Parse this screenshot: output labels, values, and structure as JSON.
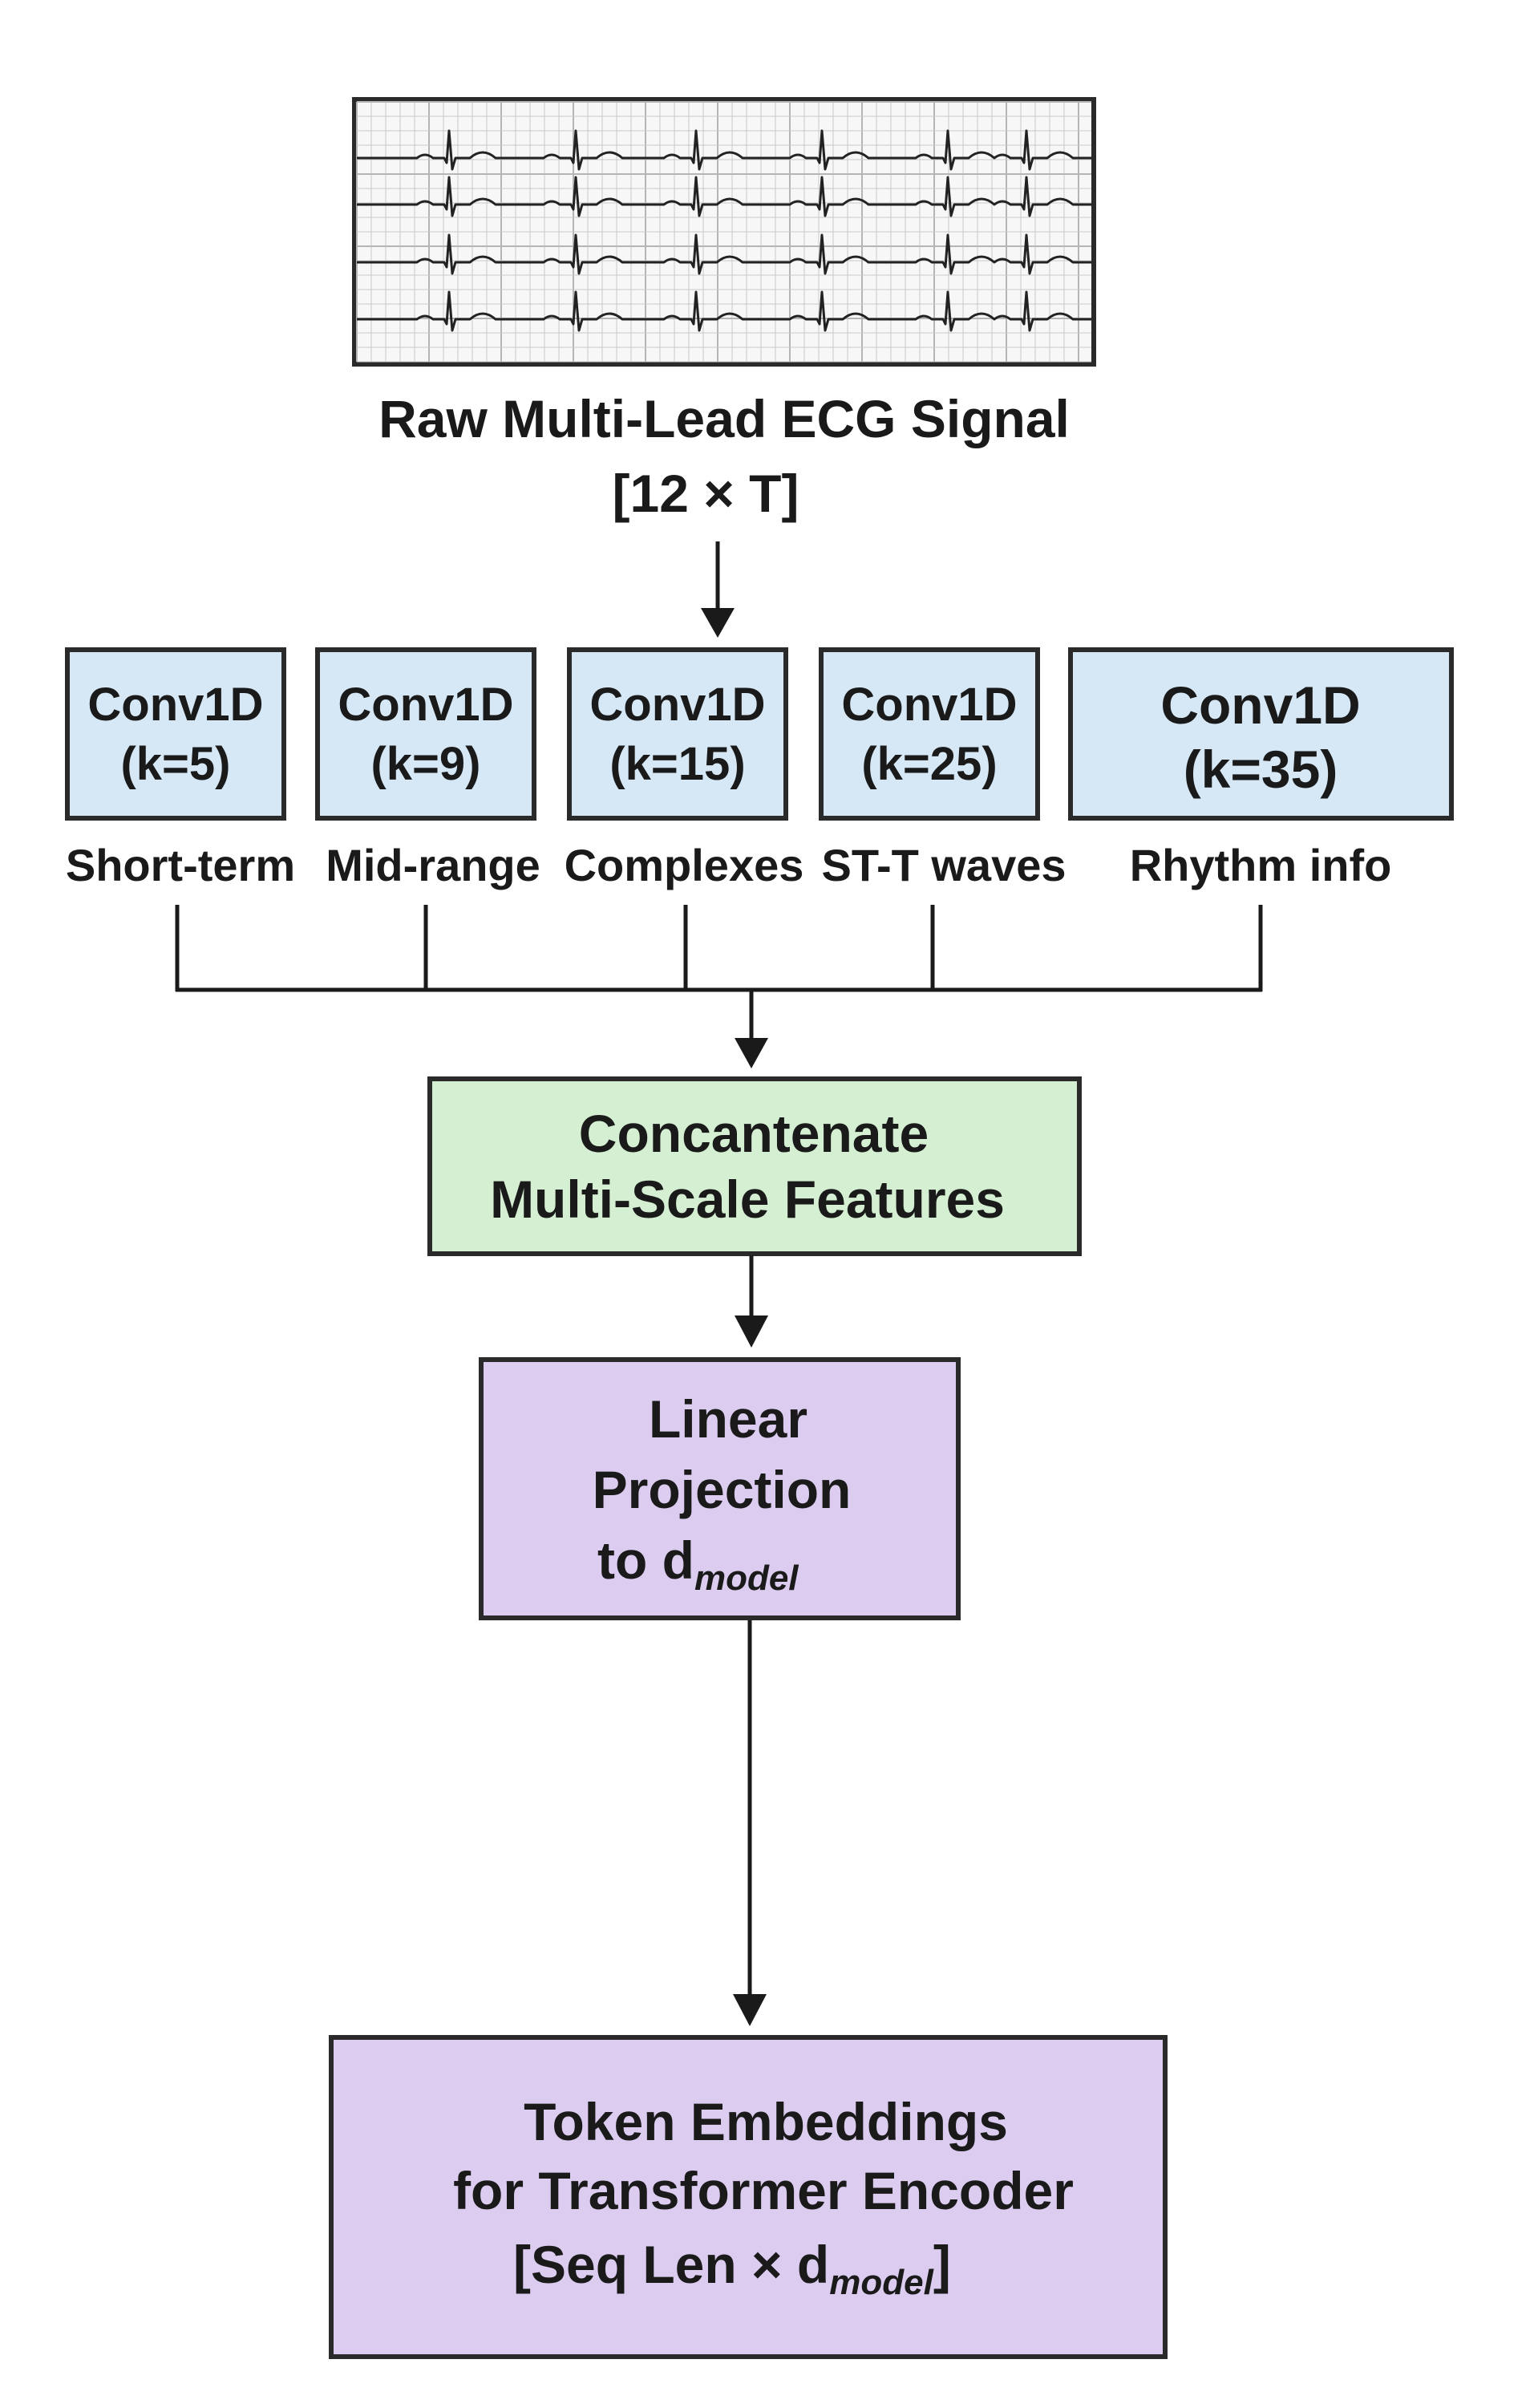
{
  "input": {
    "title": "Raw Multi-Lead ECG Signal",
    "shape": "[12 × T]"
  },
  "conv_branches": [
    {
      "label": "Conv1D",
      "kernel": "(k=5)",
      "scale": "Short-term"
    },
    {
      "label": "Conv1D",
      "kernel": "(k=9)",
      "scale": "Mid-range"
    },
    {
      "label": "Conv1D",
      "kernel": "(k=15)",
      "scale": "Complexes"
    },
    {
      "label": "Conv1D",
      "kernel": "(k=25)",
      "scale": "ST-T waves"
    },
    {
      "label": "Conv1D",
      "kernel": "(k=35)",
      "scale": "Rhythm info"
    }
  ],
  "concat": {
    "line1": "Concantenate",
    "line2": "Multi-Scale Features"
  },
  "projection": {
    "line1": "Linear",
    "line2": "Projection",
    "line3": "to d",
    "subscript": "model"
  },
  "output": {
    "line1": "Token Embeddings",
    "line2": "for Transformer Encoder",
    "line3_prefix": "[Seq Len × d",
    "line3_subscript": "model",
    "line3_suffix": "]"
  },
  "colors": {
    "conv_fill": "#d6e8f5",
    "concat_fill": "#d5efd2",
    "projection_fill": "#dccdf0",
    "output_fill": "#dccdf0",
    "ecg_paper": "#f7f7f7"
  }
}
